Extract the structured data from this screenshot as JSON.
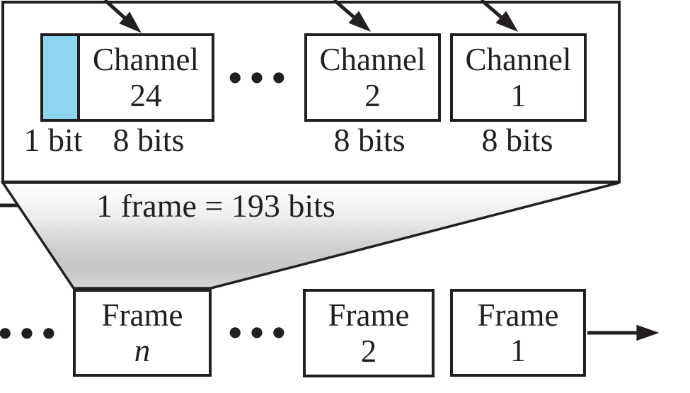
{
  "diagram": {
    "detail_box": {
      "bit_label": "1 bit",
      "ellipsis": "● ● ●",
      "channels": [
        {
          "name_line1": "Channel",
          "name_line2": "24",
          "width_label": "8 bits"
        },
        {
          "name_line1": "Channel",
          "name_line2": "2",
          "width_label": "8 bits"
        },
        {
          "name_line1": "Channel",
          "name_line2": "1",
          "width_label": "8 bits"
        }
      ]
    },
    "frame_size_label": "1 frame = 193 bits",
    "frames": [
      {
        "name_line1": "Frame",
        "name_line2": "n"
      },
      {
        "name_line1": "Frame",
        "name_line2": "2"
      },
      {
        "name_line1": "Frame",
        "name_line2": "1"
      }
    ],
    "frames_ellipsis_left": "● ● ●",
    "frames_ellipsis_middle": "● ● ●",
    "colors": {
      "ink": "#231f20",
      "framing_bit_fill": "#8ed5f0",
      "funnel_gray": "#c9c9c9"
    }
  }
}
